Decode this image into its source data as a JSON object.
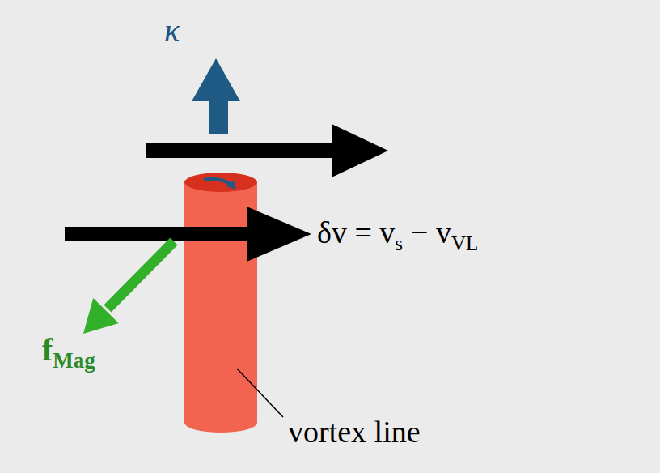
{
  "diagram": {
    "labels": [
      "κ",
      "δv = v",
      "s",
      "− v",
      "VL",
      "f",
      "Mag",
      "vortex line"
    ]
  }
}
